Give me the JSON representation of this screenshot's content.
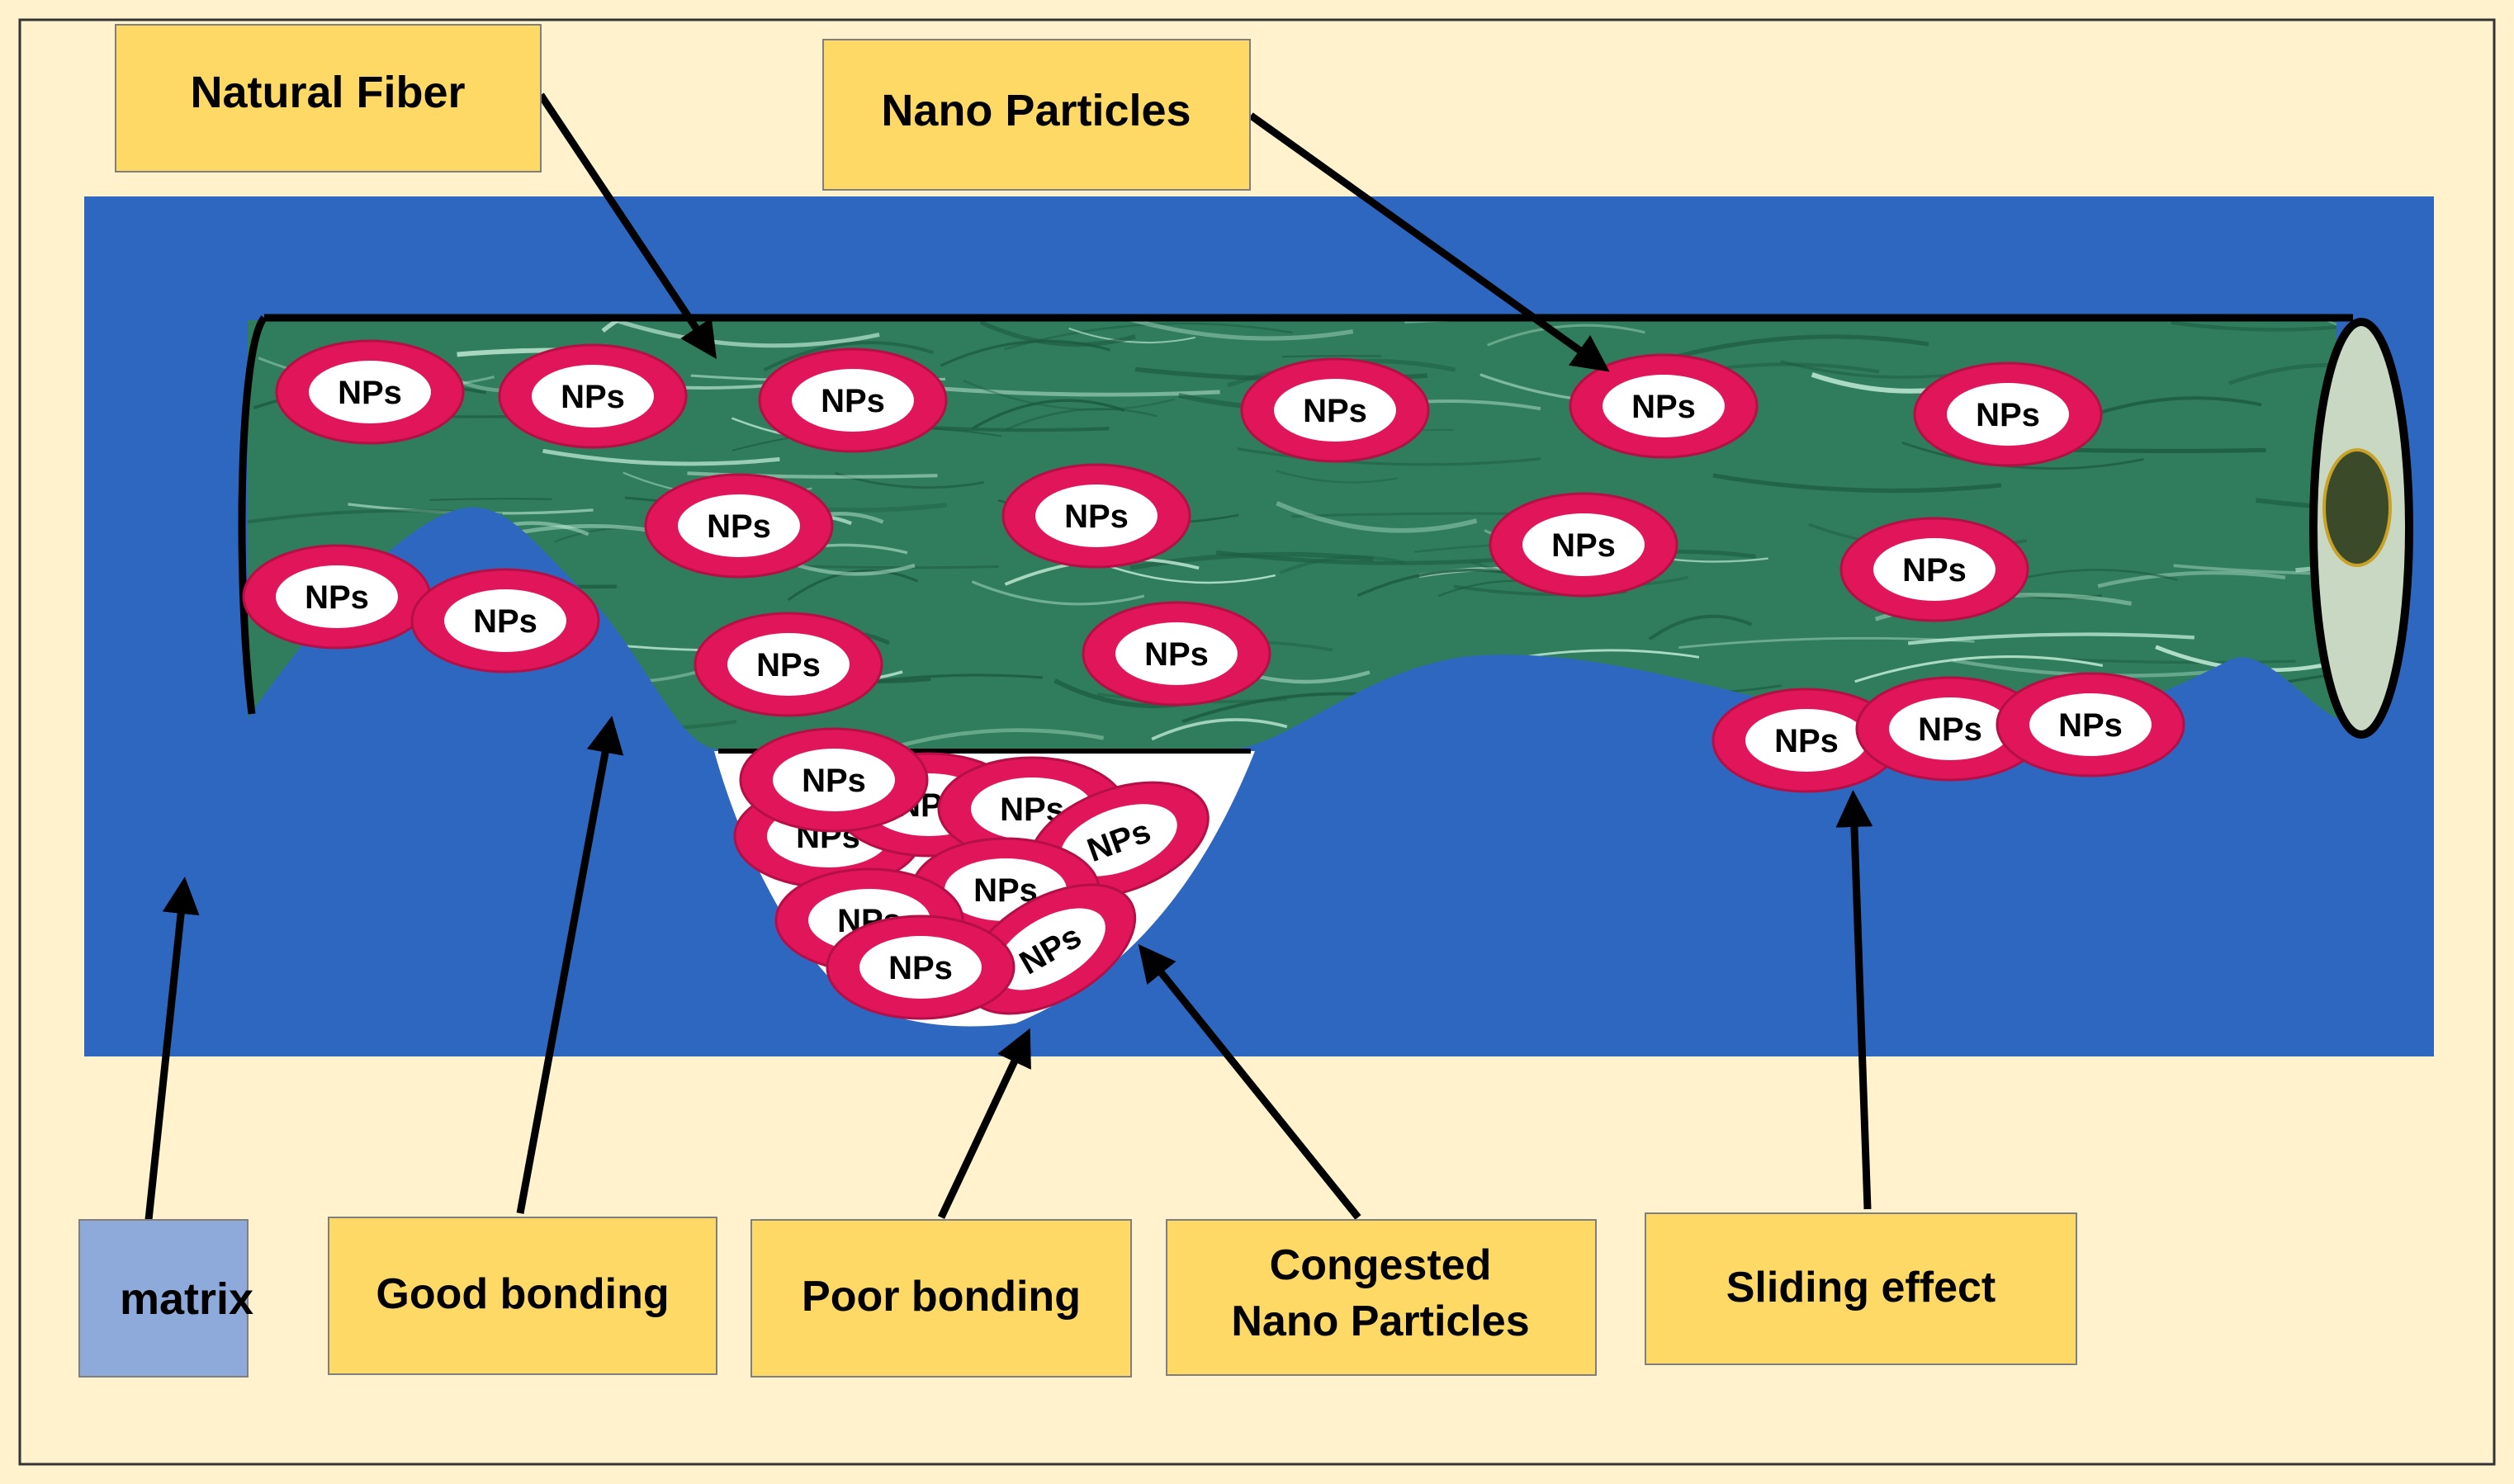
{
  "colors": {
    "page_background": "#fff2cc",
    "frame_border": "#333333",
    "matrix_blue": "#2e67c0",
    "fiber_green": "#2f7d5c",
    "fiber_highlight": "#c8f0dc",
    "fiber_end": "#c9d8c2",
    "fiber_core": "#3b4a28",
    "np_ring": "#e0155a",
    "np_fill": "#ffffff",
    "label_yellow": "#ffd966",
    "label_blue": "#8eaadb",
    "arrow": "#000000"
  },
  "labels": {
    "natural_fiber": "Natural Fiber",
    "nano_particles": "Nano Particles",
    "matrix": "matrix",
    "good_bonding": "Good bonding",
    "poor_bonding": "Poor bonding",
    "congested_line1": "Congested",
    "congested_line2": "Nano Particles",
    "sliding_effect": "Sliding effect"
  },
  "particle_label": "NPs"
}
